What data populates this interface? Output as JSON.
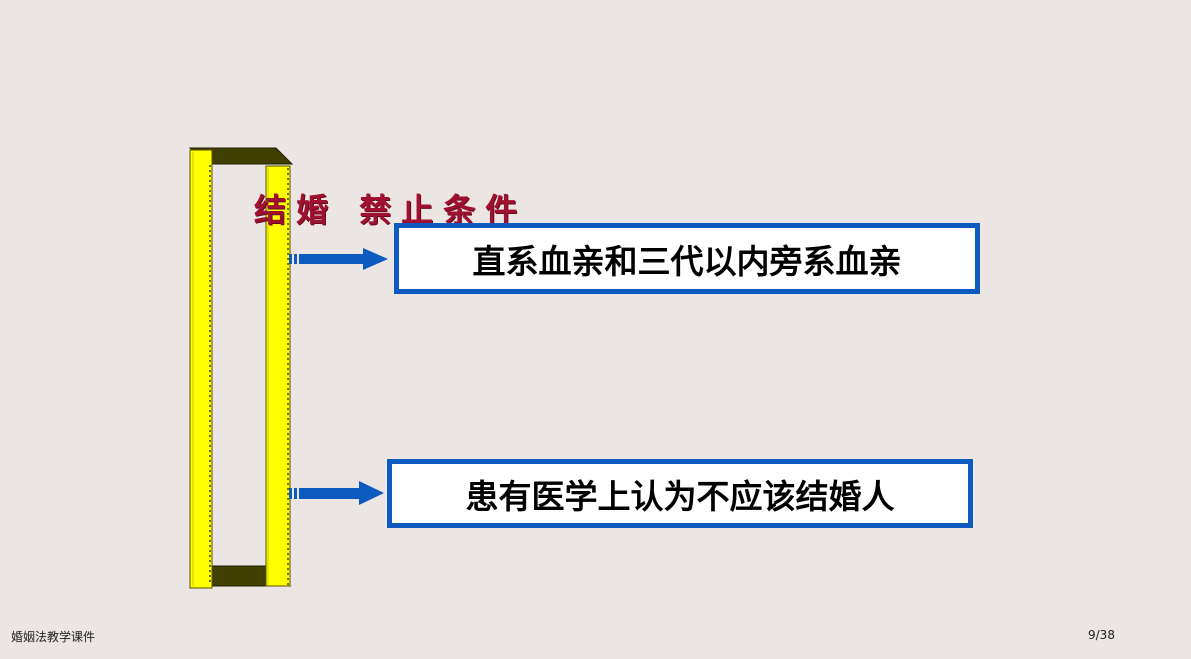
{
  "slide": {
    "title": "结婚 禁止条件",
    "items": [
      {
        "text": "直系血亲和三代以内旁系血亲"
      },
      {
        "text": "患有医学上认为不应该结婚人"
      }
    ]
  },
  "footer": {
    "course_title": "婚姻法教学课件",
    "page_number": "9/38"
  },
  "colors": {
    "background": "#ebe5e3",
    "title": "#a01030",
    "box_border": "#0d5bbf",
    "arrow": "#0d5bbf",
    "frame_yellow": "#ffff00",
    "frame_dark": "#4a4a00"
  },
  "icons": [
    "right-arrow-icon",
    "right-arrow-icon"
  ]
}
